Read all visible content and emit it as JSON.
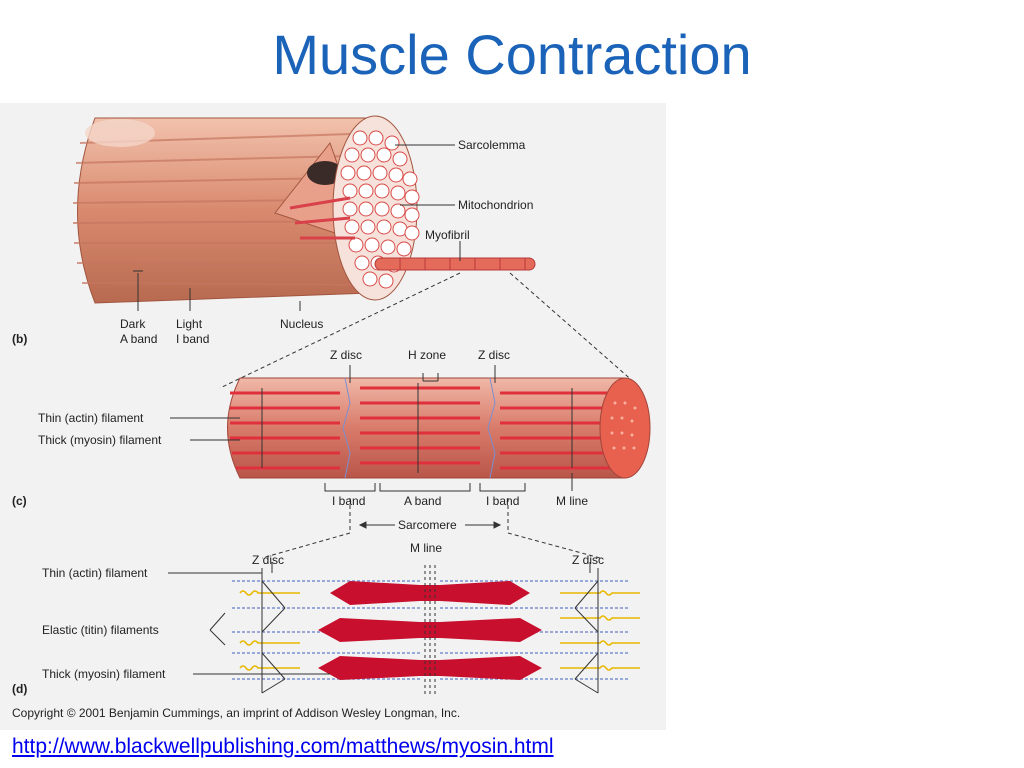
{
  "slide": {
    "title": "Muscle Contraction",
    "link_text": "http://www.blackwellpublishing.com/matthews/myosin.html"
  },
  "figure": {
    "panel_b": {
      "tag": "(b)",
      "sarcolemma": "Sarcolemma",
      "mitochondrion": "Mitochondrion",
      "myofibril": "Myofibril",
      "dark": "Dark",
      "a_band": "A band",
      "light": "Light",
      "i_band": "I band",
      "nucleus": "Nucleus"
    },
    "panel_c": {
      "tag": "(c)",
      "z_disc_left": "Z disc",
      "h_zone": "H zone",
      "z_disc_right": "Z disc",
      "thin_filament": "Thin (actin) filament",
      "thick_filament": "Thick (myosin) filament",
      "i_band_left": "I band",
      "a_band": "A band",
      "i_band_right": "I band",
      "m_line": "M line",
      "sarcomere": "Sarcomere"
    },
    "panel_d": {
      "tag": "(d)",
      "m_line": "M line",
      "z_disc_left": "Z disc",
      "z_disc_right": "Z disc",
      "thin_filament": "Thin (actin) filament",
      "elastic": "Elastic (titin) filaments",
      "thick_filament": "Thick (myosin) filament"
    },
    "copyright": "Copyright © 2001 Benjamin Cummings, an imprint of Addison Wesley Longman, Inc."
  },
  "colors": {
    "title": "#1a63b8",
    "link": "#0000ee",
    "muscle": "#d98a6e",
    "fiber_red": "#e0303c",
    "myosin": "#c8102e",
    "titin": "#e8b800",
    "actin": "#7a8fd0"
  }
}
